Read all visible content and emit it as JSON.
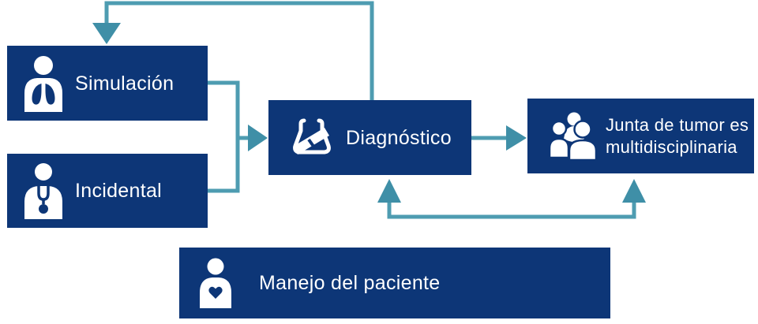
{
  "diagram": {
    "type": "flowchart",
    "language": "es",
    "colors": {
      "node_fill": "#0d3677",
      "node_text": "#ffffff",
      "connector_line": "#4e9cb1",
      "arrowhead": "#3f8fa7",
      "background": "#ffffff"
    },
    "nodes": {
      "simulacion": {
        "label": "Simulación",
        "icon": "person-lungs-icon"
      },
      "incidental": {
        "label": "Incidental",
        "icon": "doctor-stethoscope-icon"
      },
      "diagnostico": {
        "label": "Diagnóstico",
        "icon": "xray-diagnosis-icon"
      },
      "junta": {
        "label": "Junta de tumor es multidisciplinaria",
        "icon": "people-group-icon"
      },
      "manejo": {
        "label": "Manejo del paciente",
        "icon": "patient-heart-icon"
      }
    },
    "connections": [
      {
        "from": "diagnostico",
        "to": "simulacion",
        "route": "loop-over-top",
        "arrow_into": "simulacion-top"
      },
      {
        "from": "simulacion",
        "to": "diagnostico",
        "route": "right-then-down",
        "arrow_into": "diagnostico-left"
      },
      {
        "from": "incidental",
        "to": "diagnostico",
        "route": "right-then-up",
        "arrow_into": "diagnostico-left"
      },
      {
        "from": "diagnostico",
        "to": "junta",
        "route": "straight-right",
        "arrow_into": "junta-left"
      },
      {
        "from": "bottom-loop",
        "to": "diagnostico-and-junta",
        "route": "u-shape-below",
        "arrow_into": "both-bottoms-upward"
      }
    ]
  }
}
